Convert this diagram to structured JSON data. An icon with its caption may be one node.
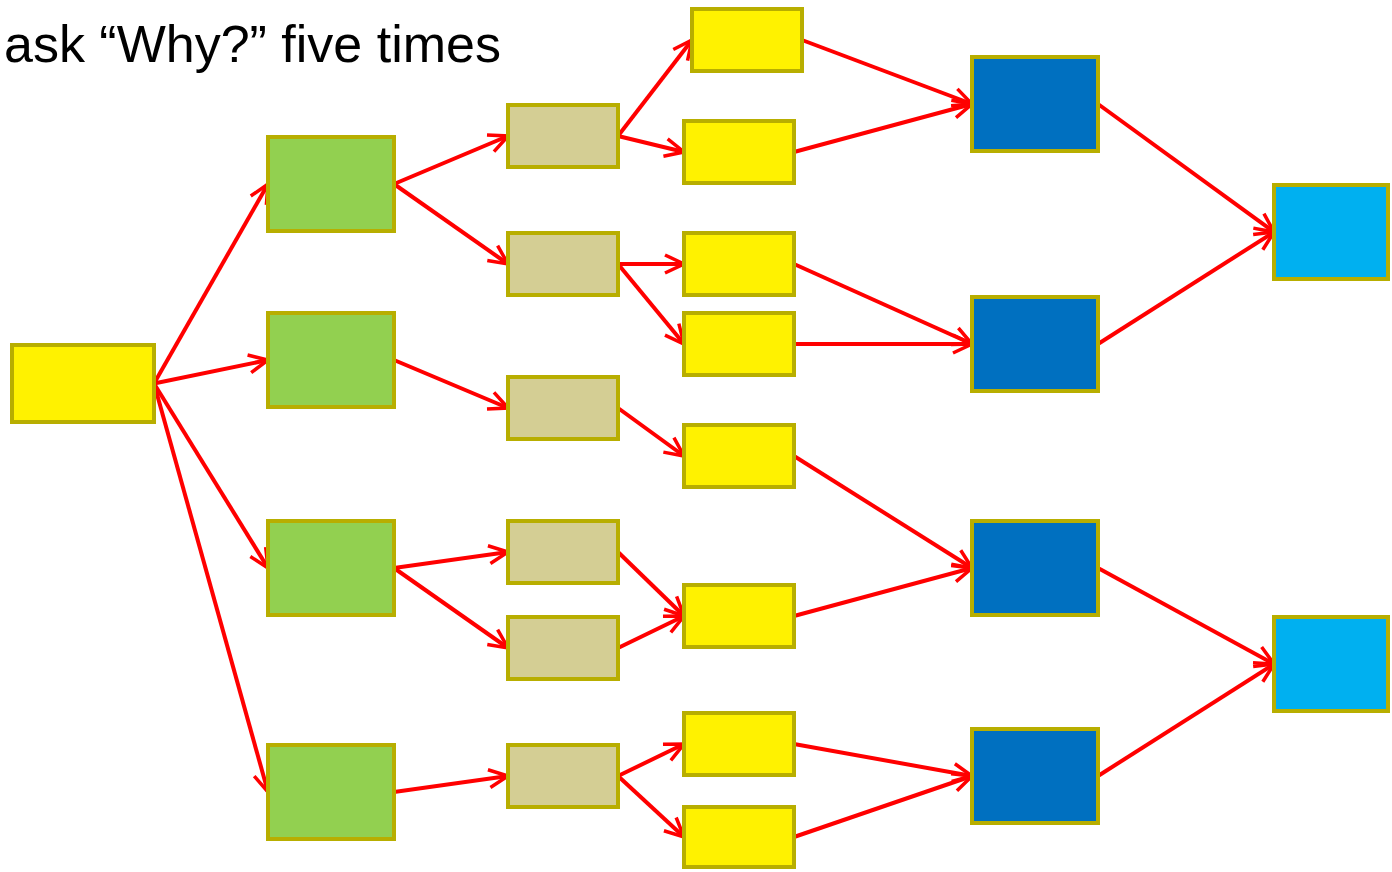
{
  "diagram": {
    "title": "ask “Why?” five times",
    "nodes": [
      {
        "text": [],
        "shape": "box"
      },
      {
        "text": [],
        "shape": "box"
      },
      {
        "text": [],
        "shape": "box"
      },
      {
        "text": [],
        "shape": "box"
      },
      {
        "text": [],
        "shape": "box"
      },
      {
        "text": [],
        "shape": "box"
      },
      {
        "text": [],
        "shape": "box"
      },
      {
        "text": [],
        "shape": "box"
      },
      {
        "text": [],
        "shape": "box"
      },
      {
        "text": [],
        "shape": "box"
      },
      {
        "text": [],
        "shape": "box"
      },
      {
        "text": [],
        "shape": "box"
      },
      {
        "text": [],
        "shape": "box"
      },
      {
        "text": [],
        "shape": "box"
      },
      {
        "text": [],
        "shape": "box"
      },
      {
        "text": [],
        "shape": "box"
      },
      {
        "text": [],
        "shape": "box"
      },
      {
        "text": [],
        "shape": "box"
      },
      {
        "text": [],
        "shape": "box"
      },
      {
        "text": [],
        "shape": "box"
      },
      {
        "text": [],
        "shape": "box"
      },
      {
        "text": [],
        "shape": "box"
      },
      {
        "text": [],
        "shape": "box"
      },
      {
        "text": [],
        "shape": "box"
      },
      {
        "text": [],
        "shape": "box"
      }
    ],
    "edges": [
      {
        "from": 0,
        "to": 1,
        "arrow": "to"
      },
      {
        "from": 0,
        "to": 2,
        "arrow": "to"
      },
      {
        "from": 0,
        "to": 3,
        "arrow": "to"
      },
      {
        "from": 0,
        "to": 4,
        "arrow": "to"
      },
      {
        "from": 1,
        "to": 5,
        "arrow": "to"
      },
      {
        "from": 1,
        "to": 6,
        "arrow": "to"
      },
      {
        "from": 2,
        "to": 7,
        "arrow": "to"
      },
      {
        "from": 3,
        "to": 8,
        "arrow": "to"
      },
      {
        "from": 3,
        "to": 9,
        "arrow": "to"
      },
      {
        "from": 4,
        "to": 10,
        "arrow": "to"
      },
      {
        "from": 5,
        "to": 11,
        "arrow": "to"
      },
      {
        "from": 5,
        "to": 12,
        "arrow": "to"
      },
      {
        "from": 6,
        "to": 13,
        "arrow": "to"
      },
      {
        "from": 6,
        "to": 14,
        "arrow": "to"
      },
      {
        "from": 7,
        "to": 15,
        "arrow": "to"
      },
      {
        "from": 8,
        "to": 16,
        "arrow": "to"
      },
      {
        "from": 9,
        "to": 16,
        "arrow": "to"
      },
      {
        "from": 10,
        "to": 17,
        "arrow": "to"
      },
      {
        "from": 10,
        "to": 18,
        "arrow": "to"
      },
      {
        "from": 11,
        "to": 19,
        "arrow": "to"
      },
      {
        "from": 12,
        "to": 19,
        "arrow": "to"
      },
      {
        "from": 13,
        "to": 20,
        "arrow": "to"
      },
      {
        "from": 14,
        "to": 20,
        "arrow": "to"
      },
      {
        "from": 15,
        "to": 21,
        "arrow": "to"
      },
      {
        "from": 16,
        "to": 21,
        "arrow": "to"
      },
      {
        "from": 17,
        "to": 22,
        "arrow": "to"
      },
      {
        "from": 18,
        "to": 22,
        "arrow": "to"
      },
      {
        "from": 19,
        "to": 23,
        "arrow": "to"
      },
      {
        "from": 20,
        "to": 23,
        "arrow": "to"
      },
      {
        "from": 21,
        "to": 24,
        "arrow": "to"
      },
      {
        "from": 22,
        "to": 24,
        "arrow": "to"
      }
    ]
  }
}
